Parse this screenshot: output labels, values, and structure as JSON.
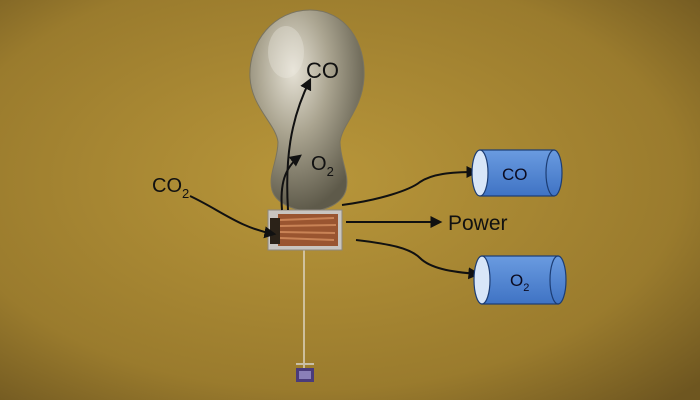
{
  "diagram": {
    "labels": {
      "balloon_co": "CO",
      "balloon_o": "O",
      "balloon_o_sub": "2",
      "input_co": "CO",
      "input_co_sub": "2",
      "power": "Power"
    },
    "tanks": [
      {
        "label": "CO",
        "sub": ""
      },
      {
        "label": "O",
        "sub": "2"
      }
    ]
  },
  "colors": {
    "background_center": "#b8963a",
    "background_edge": "#6e5620",
    "balloon": "#a9a391",
    "tank_fill": "#4f86d6",
    "tank_cap": "#d8e6f8",
    "arrow": "#111111"
  }
}
